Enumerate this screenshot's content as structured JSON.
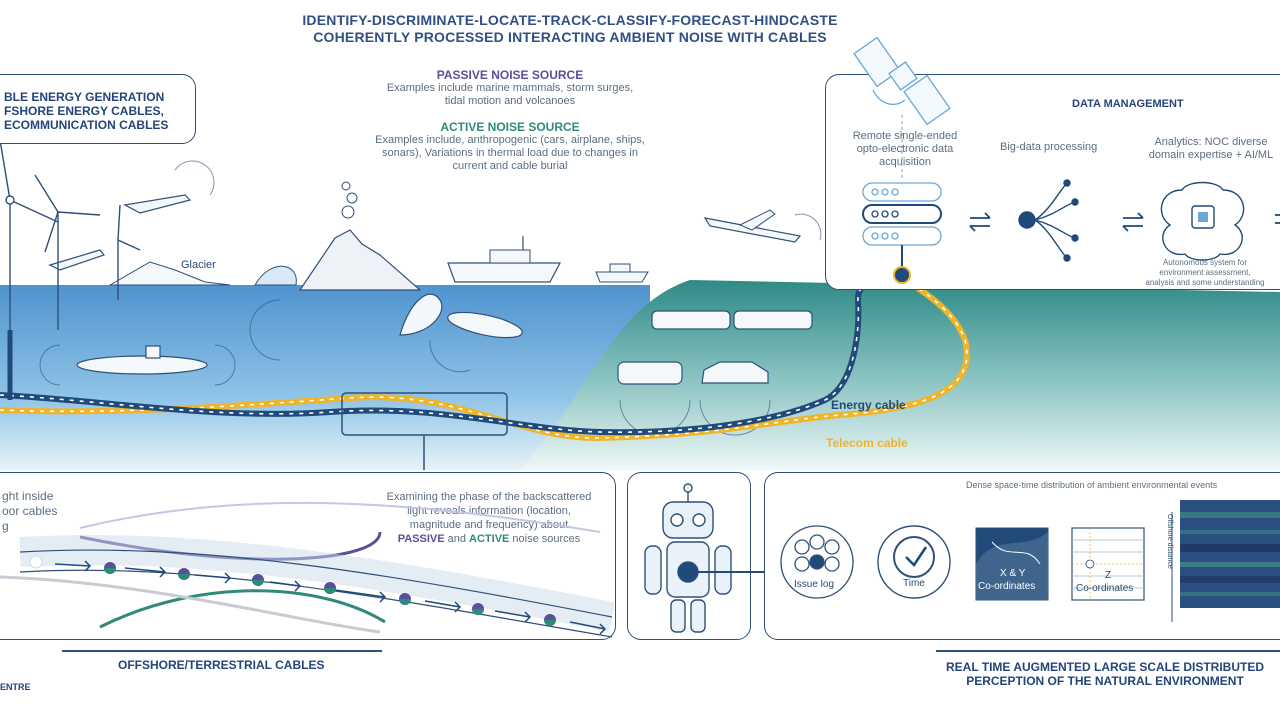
{
  "header": {
    "line1": "IDENTIFY-DISCRIMINATE-LOCATE-TRACK-CLASSIFY-FORECAST-HINDCASTE",
    "line2": "COHERENTLY PROCESSED INTERACTING AMBIENT NOISE WITH CABLES"
  },
  "energy_box": {
    "line1": "BLE ENERGY GENERATION",
    "line2": "FSHORE ENERGY CABLES,",
    "line3": "ECOMMUNICATION CABLES"
  },
  "noise": {
    "passive_title": "PASSIVE NOISE SOURCE",
    "passive_l1": "Examples include marine mammals, storm surges,",
    "passive_l2": "tidal motion and volcanoes",
    "active_title": "ACTIVE NOISE SOURCE",
    "active_l1": "Examples include, anthropogenic (cars, airplane, ships,",
    "active_l2": "sonars), Variations in thermal load due to changes in",
    "active_l3": "current and cable burial"
  },
  "scene": {
    "glacier": "Glacier",
    "energy_cable": "Energy cable",
    "telecom_cable": "Telecom cable"
  },
  "data_mgmt": {
    "title": "DATA MANAGEMENT",
    "acq_l1": "Remote single-ended",
    "acq_l2": "opto-electronic data",
    "acq_l3": "acquisition",
    "bigdata": "Big-data processing",
    "analytics_l1": "Analytics: NOC diverse",
    "analytics_l2": "domain expertise + AI/ML",
    "auto_l1": "Autonomous system for",
    "auto_l2": "environment assessment,",
    "auto_l3": "analysis and some understanding"
  },
  "bottom_left": {
    "frag1": "ght inside",
    "frag2": "oor cables",
    "frag3": "g",
    "exam_l1": "Examining the phase of the backscattered",
    "exam_l2": "light reveals information (location,",
    "exam_l3": "magnitude and frequency) about",
    "passive_word": "PASSIVE",
    "and_word": " and ",
    "active_word": "ACTIVE",
    "exam_tail": " noise sources",
    "footer": "OFFSHORE/TERRESTRIAL CABLES",
    "centre": "ENTRE"
  },
  "bottom_right": {
    "dense": "Dense space-time distribution of ambient environmental events",
    "issue_log": "Issue log",
    "time": "Time",
    "xy_l1": "X & Y",
    "xy_l2": "Co-ordinates",
    "z_l1": "Z",
    "z_l2": "Co-ordinates",
    "offshore_distance": "Offshore distance",
    "footer_l1": "REAL TIME AUGMENTED LARGE SCALE DISTRIBUTED",
    "footer_l2": "PERCEPTION OF THE NATURAL ENVIRONMENT"
  },
  "colors": {
    "navy": "#1f4a7a",
    "gold": "#f0b429",
    "teal": "#2f8a7a",
    "purple": "#5a4f9a",
    "sea": "#6aa8d8"
  }
}
